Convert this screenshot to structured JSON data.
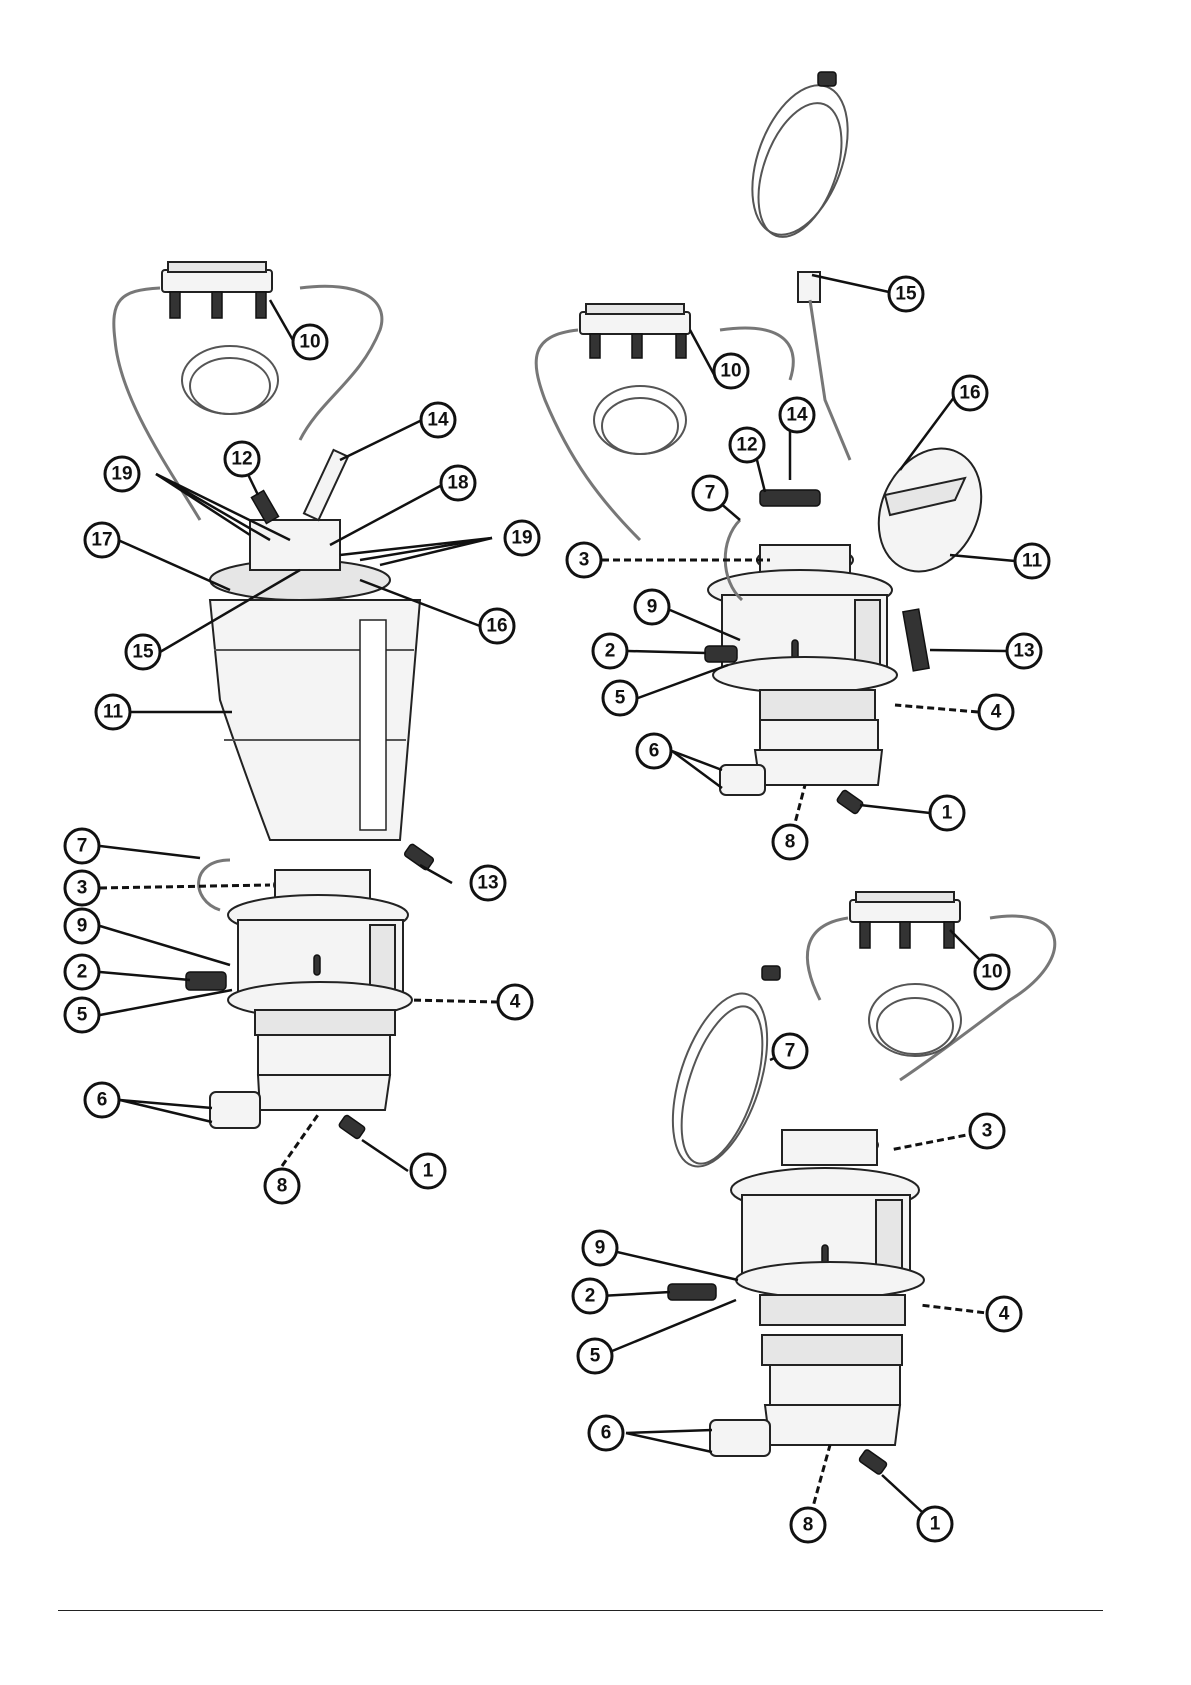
{
  "figure": {
    "views": [
      {
        "id": "left-assembly",
        "callouts": [
          "10",
          "14",
          "12",
          "19",
          "18",
          "19",
          "17",
          "15",
          "16",
          "11",
          "7",
          "3",
          "13",
          "9",
          "2",
          "5",
          "4",
          "6",
          "8",
          "1"
        ]
      },
      {
        "id": "upper-right-assembly",
        "callouts": [
          "15",
          "10",
          "16",
          "14",
          "12",
          "7",
          "3",
          "11",
          "9",
          "2",
          "13",
          "5",
          "4",
          "6",
          "1",
          "8"
        ]
      },
      {
        "id": "lower-right-assembly",
        "callouts": [
          "10",
          "7",
          "3",
          "9",
          "2",
          "4",
          "5",
          "6",
          "8",
          "1"
        ]
      }
    ]
  }
}
